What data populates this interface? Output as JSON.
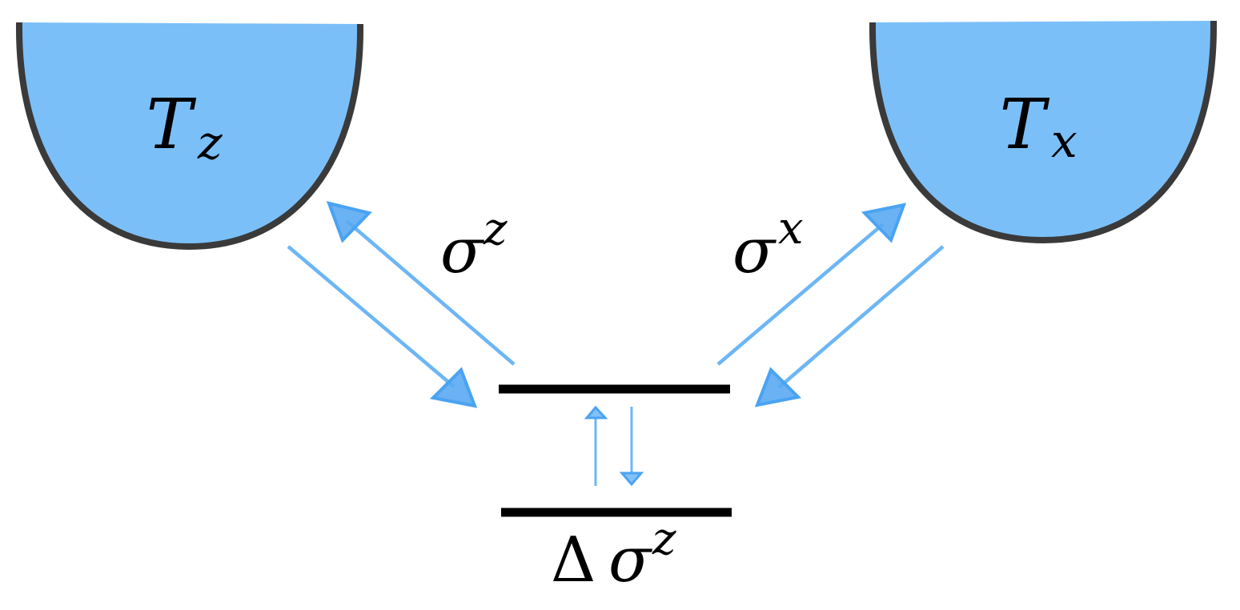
{
  "diagram": {
    "reservoir_left": {
      "symbol": "T",
      "subscript": "z"
    },
    "reservoir_right": {
      "symbol": "T",
      "subscript": "x"
    },
    "coupling_left": {
      "symbol": "σ",
      "superscript": "z"
    },
    "coupling_right": {
      "symbol": "σ",
      "superscript": "x"
    },
    "level_splitting": {
      "prefix": "Δ",
      "symbol": "σ",
      "superscript": "z"
    }
  },
  "colors": {
    "reservoir_fill": "#7bbff9",
    "reservoir_outline": "#3a3a3a",
    "arrow": "#6cb6f5",
    "arrow_head_fill": "#5aaaf2",
    "level_line": "#000000"
  }
}
